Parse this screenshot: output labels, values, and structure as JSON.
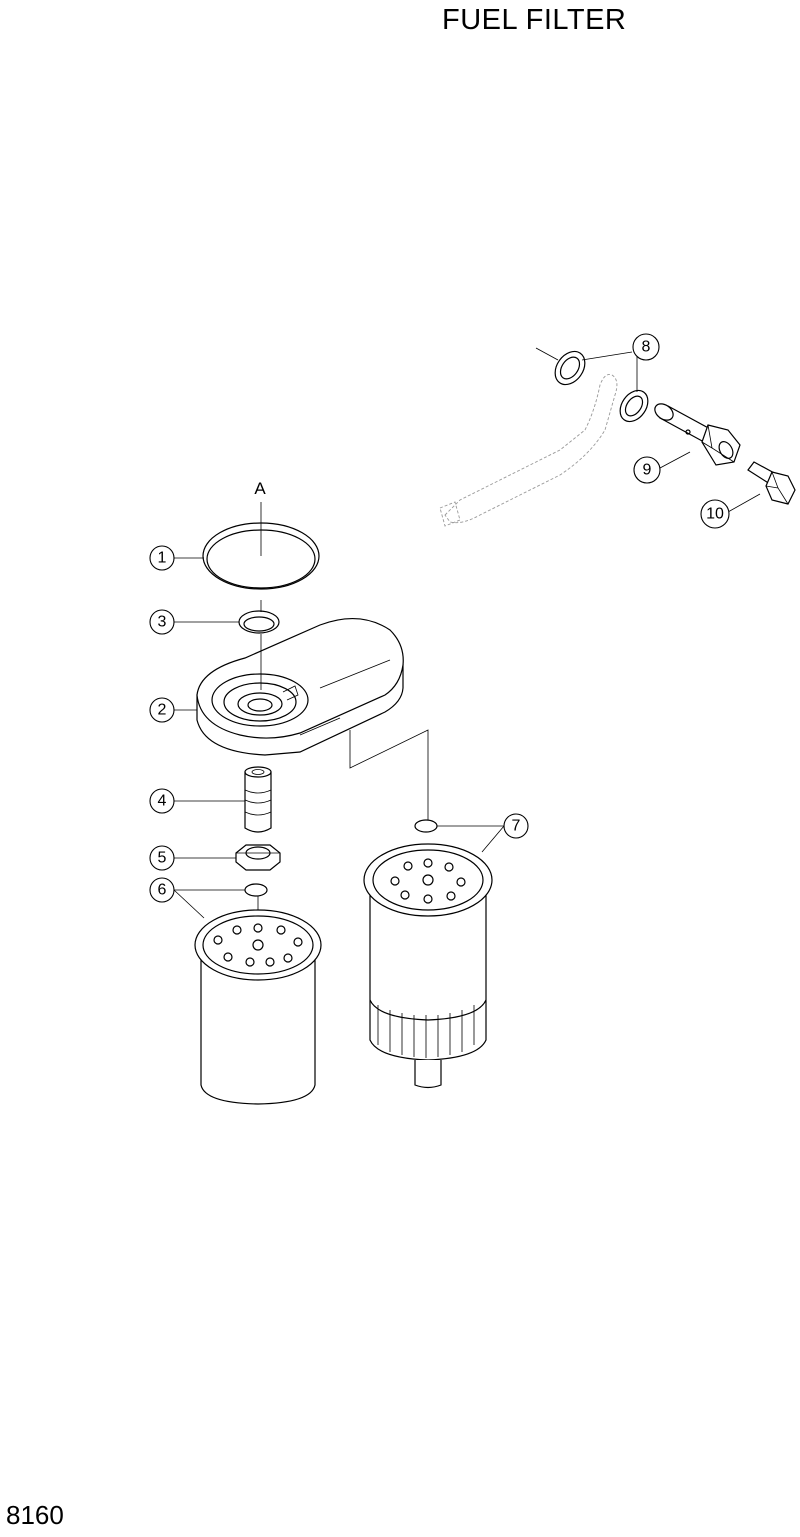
{
  "title": "FUEL FILTER",
  "page_number": "8160",
  "view_label": "A",
  "callouts": [
    "1",
    "2",
    "3",
    "4",
    "5",
    "6",
    "7",
    "8",
    "9",
    "10"
  ]
}
